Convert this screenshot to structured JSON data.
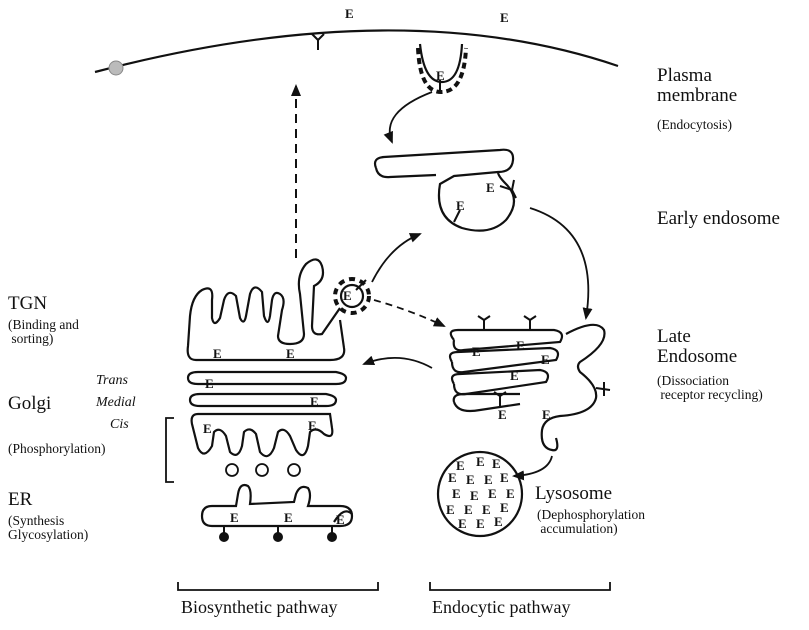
{
  "labels": {
    "plasma_membrane": "Plasma\nmembrane",
    "endocytosis": "(Endocytosis)",
    "early_endosome": "Early endosome",
    "late_endosome": "Late\nEndosome",
    "late_endosome_note": "(Dissociation\n receptor recycling)",
    "lysosome": "Lysosome",
    "lysosome_note": "(Dephosphorylation\n accumulation)",
    "tgn": "TGN",
    "tgn_note": "(Binding and\n sorting)",
    "golgi": "Golgi",
    "trans": "Trans",
    "medial": "Medial",
    "cis": "Cis",
    "phosphorylation": "(Phosphorylation)",
    "er": "ER",
    "er_note": "(Synthesis\nGlycosylation)",
    "biosynthetic_pathway": "Biosynthetic pathway",
    "endocytic_pathway": "Endocytic pathway",
    "enzyme_marker": "E"
  },
  "colors": {
    "ink": "#111111",
    "background": "#ffffff"
  }
}
